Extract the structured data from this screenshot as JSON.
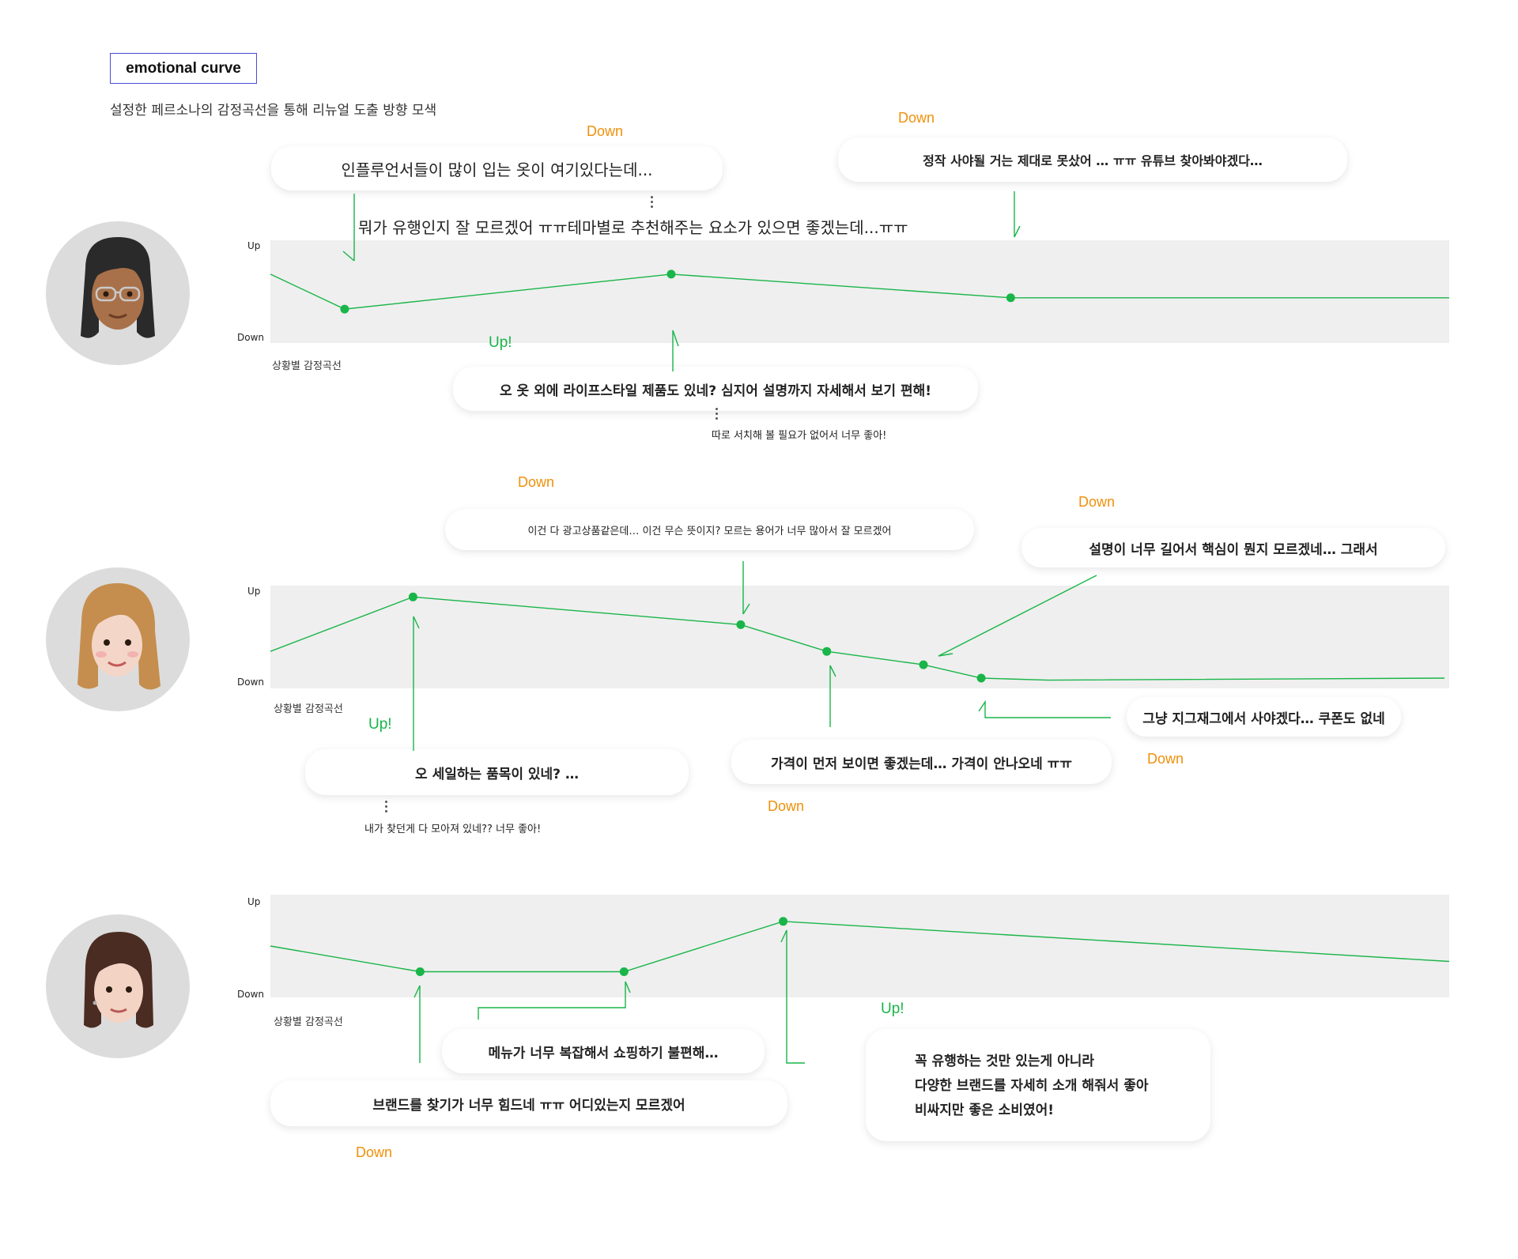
{
  "header": {
    "title": "emotional curve",
    "subtitle": "설정한 페르소나의 감정곡선을 통해 리뉴얼 도출 방향 모색"
  },
  "axis": {
    "up": "Up",
    "down": "Down",
    "curve_label": "상황별 감정곡선"
  },
  "tags": {
    "down": "Down",
    "up": "Up!"
  },
  "colors": {
    "line": "#19b548",
    "point": "#19b548",
    "band": "#efefef",
    "down_tag": "#f0900a",
    "up_tag": "#19b548",
    "title_border": "#4b4bd6"
  },
  "personas": [
    {
      "avatar": "memoji-glasses-dark-hair",
      "bubbles": {
        "b1": "인플루언서들이 많이 입는 옷이 여기있다는데...",
        "b1_follow": "뭐가 유행인지 잘 모르겠어 ㅠㅠ테마별로 추천해주는 요소가 있으면 좋겠는데...ㅠㅠ",
        "b2": "정작 사야될 거는 제대로 못샀어 … ㅠㅠ 유튜브 찾아봐야겠다…",
        "b3": "오 옷 외에 라이프스타일 제품도 있네? 심지어 설명까지 자세해서 보기 편해!",
        "b3_follow": "따로 서치해 볼 필요가 없어서 너무 좋아!"
      }
    },
    {
      "avatar": "memoji-blonde-hair",
      "bubbles": {
        "b1": "이건 다 광고상품같은데… 이건 무슨 뜻이지? 모르는 용어가 너무 많아서 잘 모르겠어",
        "b2": "설명이 너무 길어서 핵심이 뭔지 모르겠네… 그래서",
        "b3": "그냥 지그재그에서 사야겠다… 쿠폰도 없네",
        "b4": "가격이 먼저 보이면 좋겠는데… 가격이 안나오네 ㅠㅠ",
        "b5": "오 세일하는 품목이 있네? …",
        "b5_follow": "내가 찾던게 다 모아져 있네?? 너무 좋아!"
      }
    },
    {
      "avatar": "memoji-brown-hair",
      "bubbles": {
        "b1": "메뉴가 너무 복잡해서 쇼핑하기 불편해…",
        "b2": "브랜드를 찾기가 너무 힘드네 ㅠㅠ 어디있는지 모르겠어",
        "b3_lines": [
          "꼭 유행하는 것만 있는게 아니라",
          "다양한 브랜드를 자세히 소개 해줘서 좋아",
          "비싸지만 좋은 소비였어!"
        ]
      }
    }
  ],
  "chart_data": [
    {
      "type": "line",
      "persona": 1,
      "y_axis": [
        "Down",
        "Up"
      ],
      "x": [
        0,
        0.063,
        0.34,
        0.628,
        1.0
      ],
      "values": [
        0.67,
        0.33,
        0.67,
        0.44,
        0.44
      ],
      "markers": [
        1,
        2,
        3
      ]
    },
    {
      "type": "line",
      "persona": 2,
      "y_axis": [
        "Down",
        "Up"
      ],
      "x": [
        0,
        0.121,
        0.399,
        0.472,
        0.554,
        0.603,
        0.66,
        0.996
      ],
      "values": [
        0.36,
        0.89,
        0.62,
        0.36,
        0.23,
        0.1,
        0.08,
        0.1
      ],
      "markers": [
        1,
        2,
        3,
        4,
        5
      ]
    },
    {
      "type": "line",
      "persona": 3,
      "y_axis": [
        "Down",
        "Up"
      ],
      "x": [
        0,
        0.127,
        0.3,
        0.435,
        1.0
      ],
      "values": [
        0.5,
        0.25,
        0.25,
        0.74,
        0.35
      ],
      "markers": [
        1,
        2,
        3
      ]
    }
  ]
}
